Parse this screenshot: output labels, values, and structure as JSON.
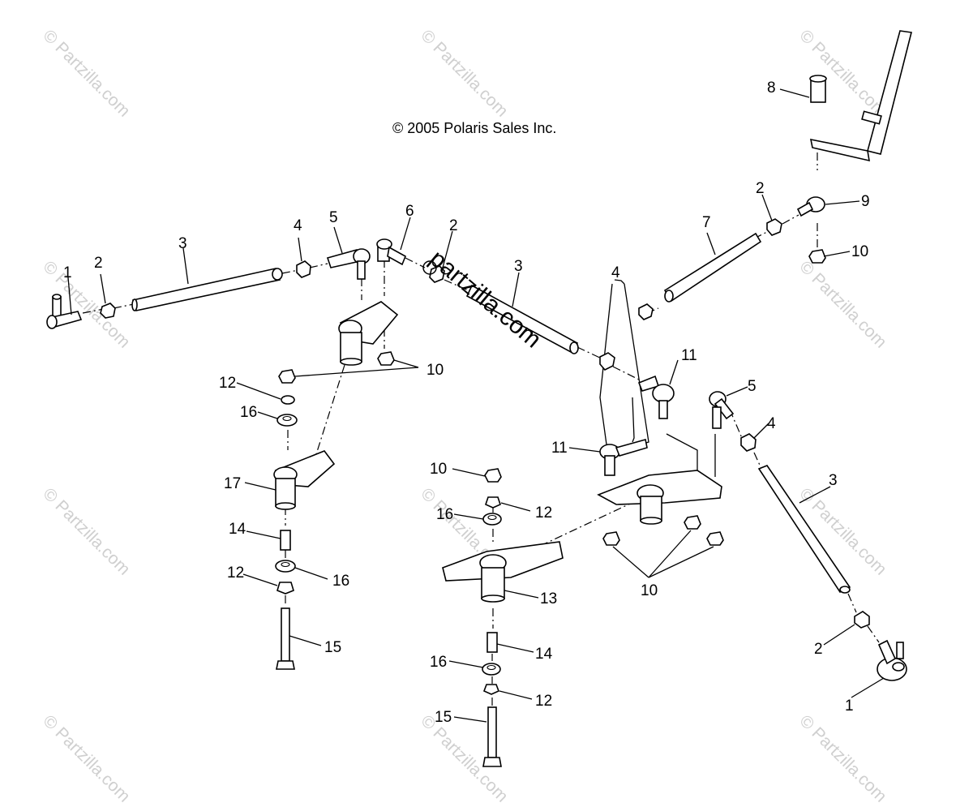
{
  "copyright": "© 2005 Polaris Sales Inc.",
  "center_watermark": "partzilla.com",
  "watermark_text": "© Partzilla.com",
  "callouts": {
    "c1a": "1",
    "c1b": "1",
    "c2a": "2",
    "c2b": "2",
    "c2c": "2",
    "c2d": "2",
    "c3a": "3",
    "c3b": "3",
    "c3c": "3",
    "c4a": "4",
    "c4b": "4",
    "c4c": "4",
    "c5a": "5",
    "c5b": "5",
    "c6": "6",
    "c7": "7",
    "c8": "8",
    "c9": "9",
    "c10a": "10",
    "c10b": "10",
    "c10c": "10",
    "c10d": "10",
    "c11a": "11",
    "c11b": "11",
    "c12a": "12",
    "c12b": "12",
    "c12c": "12",
    "c12d": "12",
    "c13": "13",
    "c14a": "14",
    "c14b": "14",
    "c15a": "15",
    "c15b": "15",
    "c16a": "16",
    "c16b": "16",
    "c16c": "16",
    "c16d": "16",
    "c17": "17"
  }
}
